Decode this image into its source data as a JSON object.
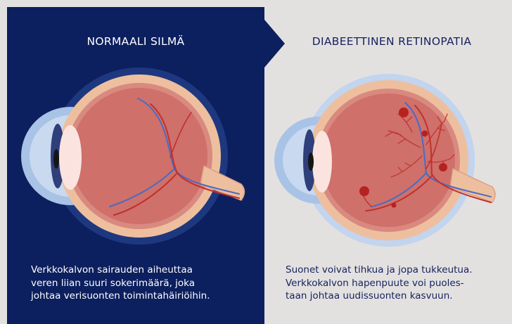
{
  "colors": {
    "left_panel": "#0c1f5e",
    "right_panel": "#e3e1e0",
    "left_text": "#ffffff",
    "right_text": "#16215e",
    "vessel_red": "#c0302c",
    "vessel_blue": "#4a6bc4"
  },
  "panels": {
    "normal": {
      "title": "NORMAALI SILMÄ",
      "caption": "Verkkokalvon sairauden aiheuttaa\nveren liian suuri sokerimäärä, joka\njohtaa verisuonten toimintahäiriöihin."
    },
    "retinopathy": {
      "title": "DIABEETTINEN RETINOPATIA",
      "caption": "Suonet voivat tihkua ja jopa tukkeutua.\nVerkkokalvon hapenpuute voi puoles-\ntaan johtaa uudissuonten kasvuun."
    }
  }
}
